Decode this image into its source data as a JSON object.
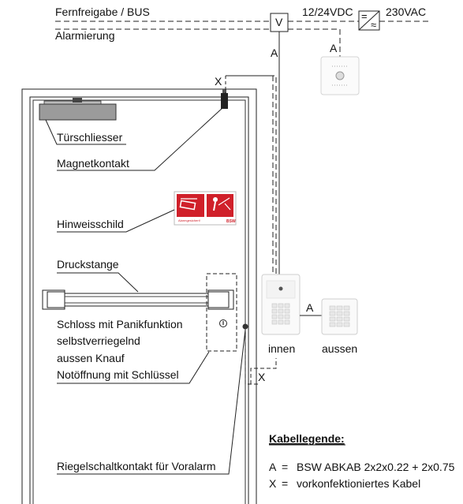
{
  "top": {
    "bus_label": "Fernfreigabe / BUS",
    "alarm_label": "Alarmierung",
    "voltage_dc": "12/24VDC",
    "voltage_ac": "230VAC",
    "v_box": "V",
    "psu_symbol_top": "=",
    "psu_symbol_bottom": "≈"
  },
  "cable_marks": {
    "a1": "A",
    "a2": "A",
    "a3": "A",
    "x1": "X",
    "x2": "X"
  },
  "labels": {
    "door_closer": "Türschliesser",
    "magnet_contact": "Magnetkontakt",
    "sign": "Hinweisschild",
    "push_bar": "Druckstange",
    "lock_line1": "Schloss mit Panikfunktion",
    "lock_line2": "selbstverriegelnd",
    "lock_line3": "aussen Knauf",
    "lock_line4": "Notöffnung mit Schlüssel",
    "bolt_switch": "Riegelschaltkontakt für Voralarm",
    "inside": "innen",
    "outside": "aussen"
  },
  "sign_panel": {
    "caption": "Alarmgesichert!",
    "brand": "BSW",
    "color": "#d0202a"
  },
  "legend": {
    "title": "Kabellegende:",
    "row_a_key": "A",
    "row_a_eq": "=",
    "row_a_text": "BSW ABKAB 2x2x0.22 + 2x0.75",
    "row_x_key": "X",
    "row_x_eq": "=",
    "row_x_text": "vorkonfektioniertes Kabel"
  },
  "icons": {
    "alarm_device": "alarm-sounder-icon",
    "terminal_inside": "keypad-terminal-icon",
    "keypad_outside": "keypad-icon",
    "lock_cylinder": "lock-cylinder-icon"
  }
}
